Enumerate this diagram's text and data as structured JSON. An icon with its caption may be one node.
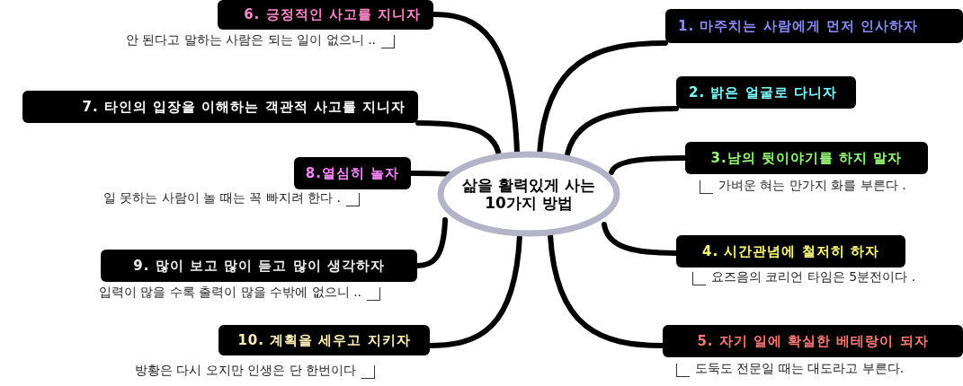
{
  "diagram": {
    "nodes": [
      {
        "text": [
          "삶을 활력있게 사는 10가지 방법"
        ]
      },
      {
        "text": [
          "1. 마주치는 사람에게 먼저 인사하자"
        ]
      },
      {
        "text": [
          "2. 밝은 얼굴로 다니자"
        ]
      },
      {
        "text": [
          "3.남의 뒷이야기를 하지 말자"
        ],
        "beside": [
          "가벼운 혀는 만가지 화를 부른다 ."
        ]
      },
      {
        "text": [
          "4. 시간관념에 철저히 하자"
        ],
        "beside": [
          "요즈음의 코리언 타임은 5분전이다 ."
        ]
      },
      {
        "text": [
          "5. 자기 일에 확실한 베테랑이 되자"
        ],
        "beside": [
          "도둑도 전문일 때는 대도라고 부른다."
        ]
      },
      {
        "text": [
          "6. 긍정적인 사고를 지니자"
        ],
        "beside": [
          "안 된다고 말하는 사람은 되는 일이 없으니 .."
        ]
      },
      {
        "text": [
          "7. 타인의 입장을 이해하는 객관적 사고를 지니자"
        ]
      },
      {
        "text": [
          "8.열심히 놀자"
        ],
        "beside": [
          "일 못하는 사람이 놀 때는 꼭 빠지려 한다 ."
        ]
      },
      {
        "text": [
          "9. 많이 보고 많이 듣고 많이 생각하자"
        ],
        "beside": [
          "입력이 많을 수록 출력이 많을 수밖에 없으니 .."
        ]
      },
      {
        "text": [
          "10. 계획을 세우고 지키자"
        ],
        "beside": [
          "방황은 다시 오지만 인생은 단 한번이다"
        ]
      }
    ],
    "edges": [
      {
        "from": 0,
        "to": 1,
        "arrow": "none"
      },
      {
        "from": 0,
        "to": 2,
        "arrow": "none"
      },
      {
        "from": 0,
        "to": 3,
        "arrow": "none"
      },
      {
        "from": 0,
        "to": 4,
        "arrow": "none"
      },
      {
        "from": 0,
        "to": 5,
        "arrow": "none"
      },
      {
        "from": 0,
        "to": 6,
        "arrow": "none"
      },
      {
        "from": 0,
        "to": 7,
        "arrow": "none"
      },
      {
        "from": 0,
        "to": 8,
        "arrow": "none"
      },
      {
        "from": 0,
        "to": 9,
        "arrow": "none"
      },
      {
        "from": 0,
        "to": 10,
        "arrow": "none"
      }
    ]
  }
}
